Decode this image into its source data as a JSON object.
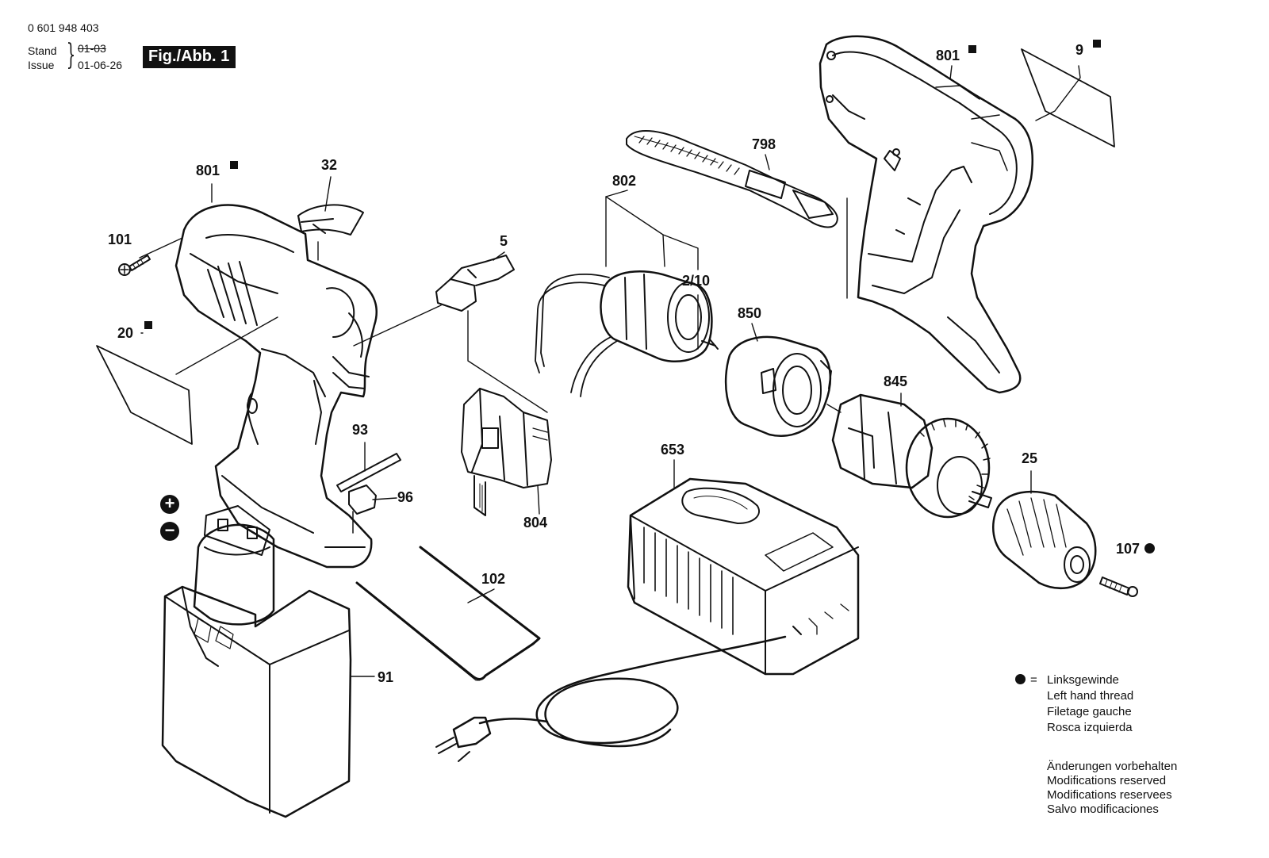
{
  "header": {
    "doc_number": "0 601 948 403",
    "stand_label": "Stand",
    "issue_label": "Issue",
    "stand_value": "01-03",
    "issue_value": "01-06-26",
    "figure_label": "Fig./Abb. 1"
  },
  "parts": [
    {
      "id": "p801a",
      "label": "801"
    },
    {
      "id": "p32",
      "label": "32"
    },
    {
      "id": "p101",
      "label": "101"
    },
    {
      "id": "p5",
      "label": "5"
    },
    {
      "id": "p20",
      "label": "20"
    },
    {
      "id": "p93",
      "label": "93"
    },
    {
      "id": "p96",
      "label": "96"
    },
    {
      "id": "p804",
      "label": "804"
    },
    {
      "id": "p102",
      "label": "102"
    },
    {
      "id": "p91",
      "label": "91"
    },
    {
      "id": "p798",
      "label": "798"
    },
    {
      "id": "p802",
      "label": "802"
    },
    {
      "id": "p2_10",
      "label": "2/10"
    },
    {
      "id": "p850",
      "label": "850"
    },
    {
      "id": "p845",
      "label": "845"
    },
    {
      "id": "p653",
      "label": "653"
    },
    {
      "id": "p25",
      "label": "25"
    },
    {
      "id": "p107",
      "label": "107"
    },
    {
      "id": "p801b",
      "label": "801"
    },
    {
      "id": "p9",
      "label": "9"
    }
  ],
  "symbols": {
    "plus": "+",
    "minus": "−",
    "square_marker": "square-marker",
    "dot_marker": "dot-marker"
  },
  "legend": {
    "eq": "=",
    "lines": [
      "Linksgewinde",
      "Left hand thread",
      "Filetage gauche",
      "Rosca izquierda"
    ]
  },
  "notice": {
    "lines": [
      "Änderungen vorbehalten",
      "Modifications reserved",
      "Modifications reservees",
      "Salvo modificaciones"
    ]
  }
}
